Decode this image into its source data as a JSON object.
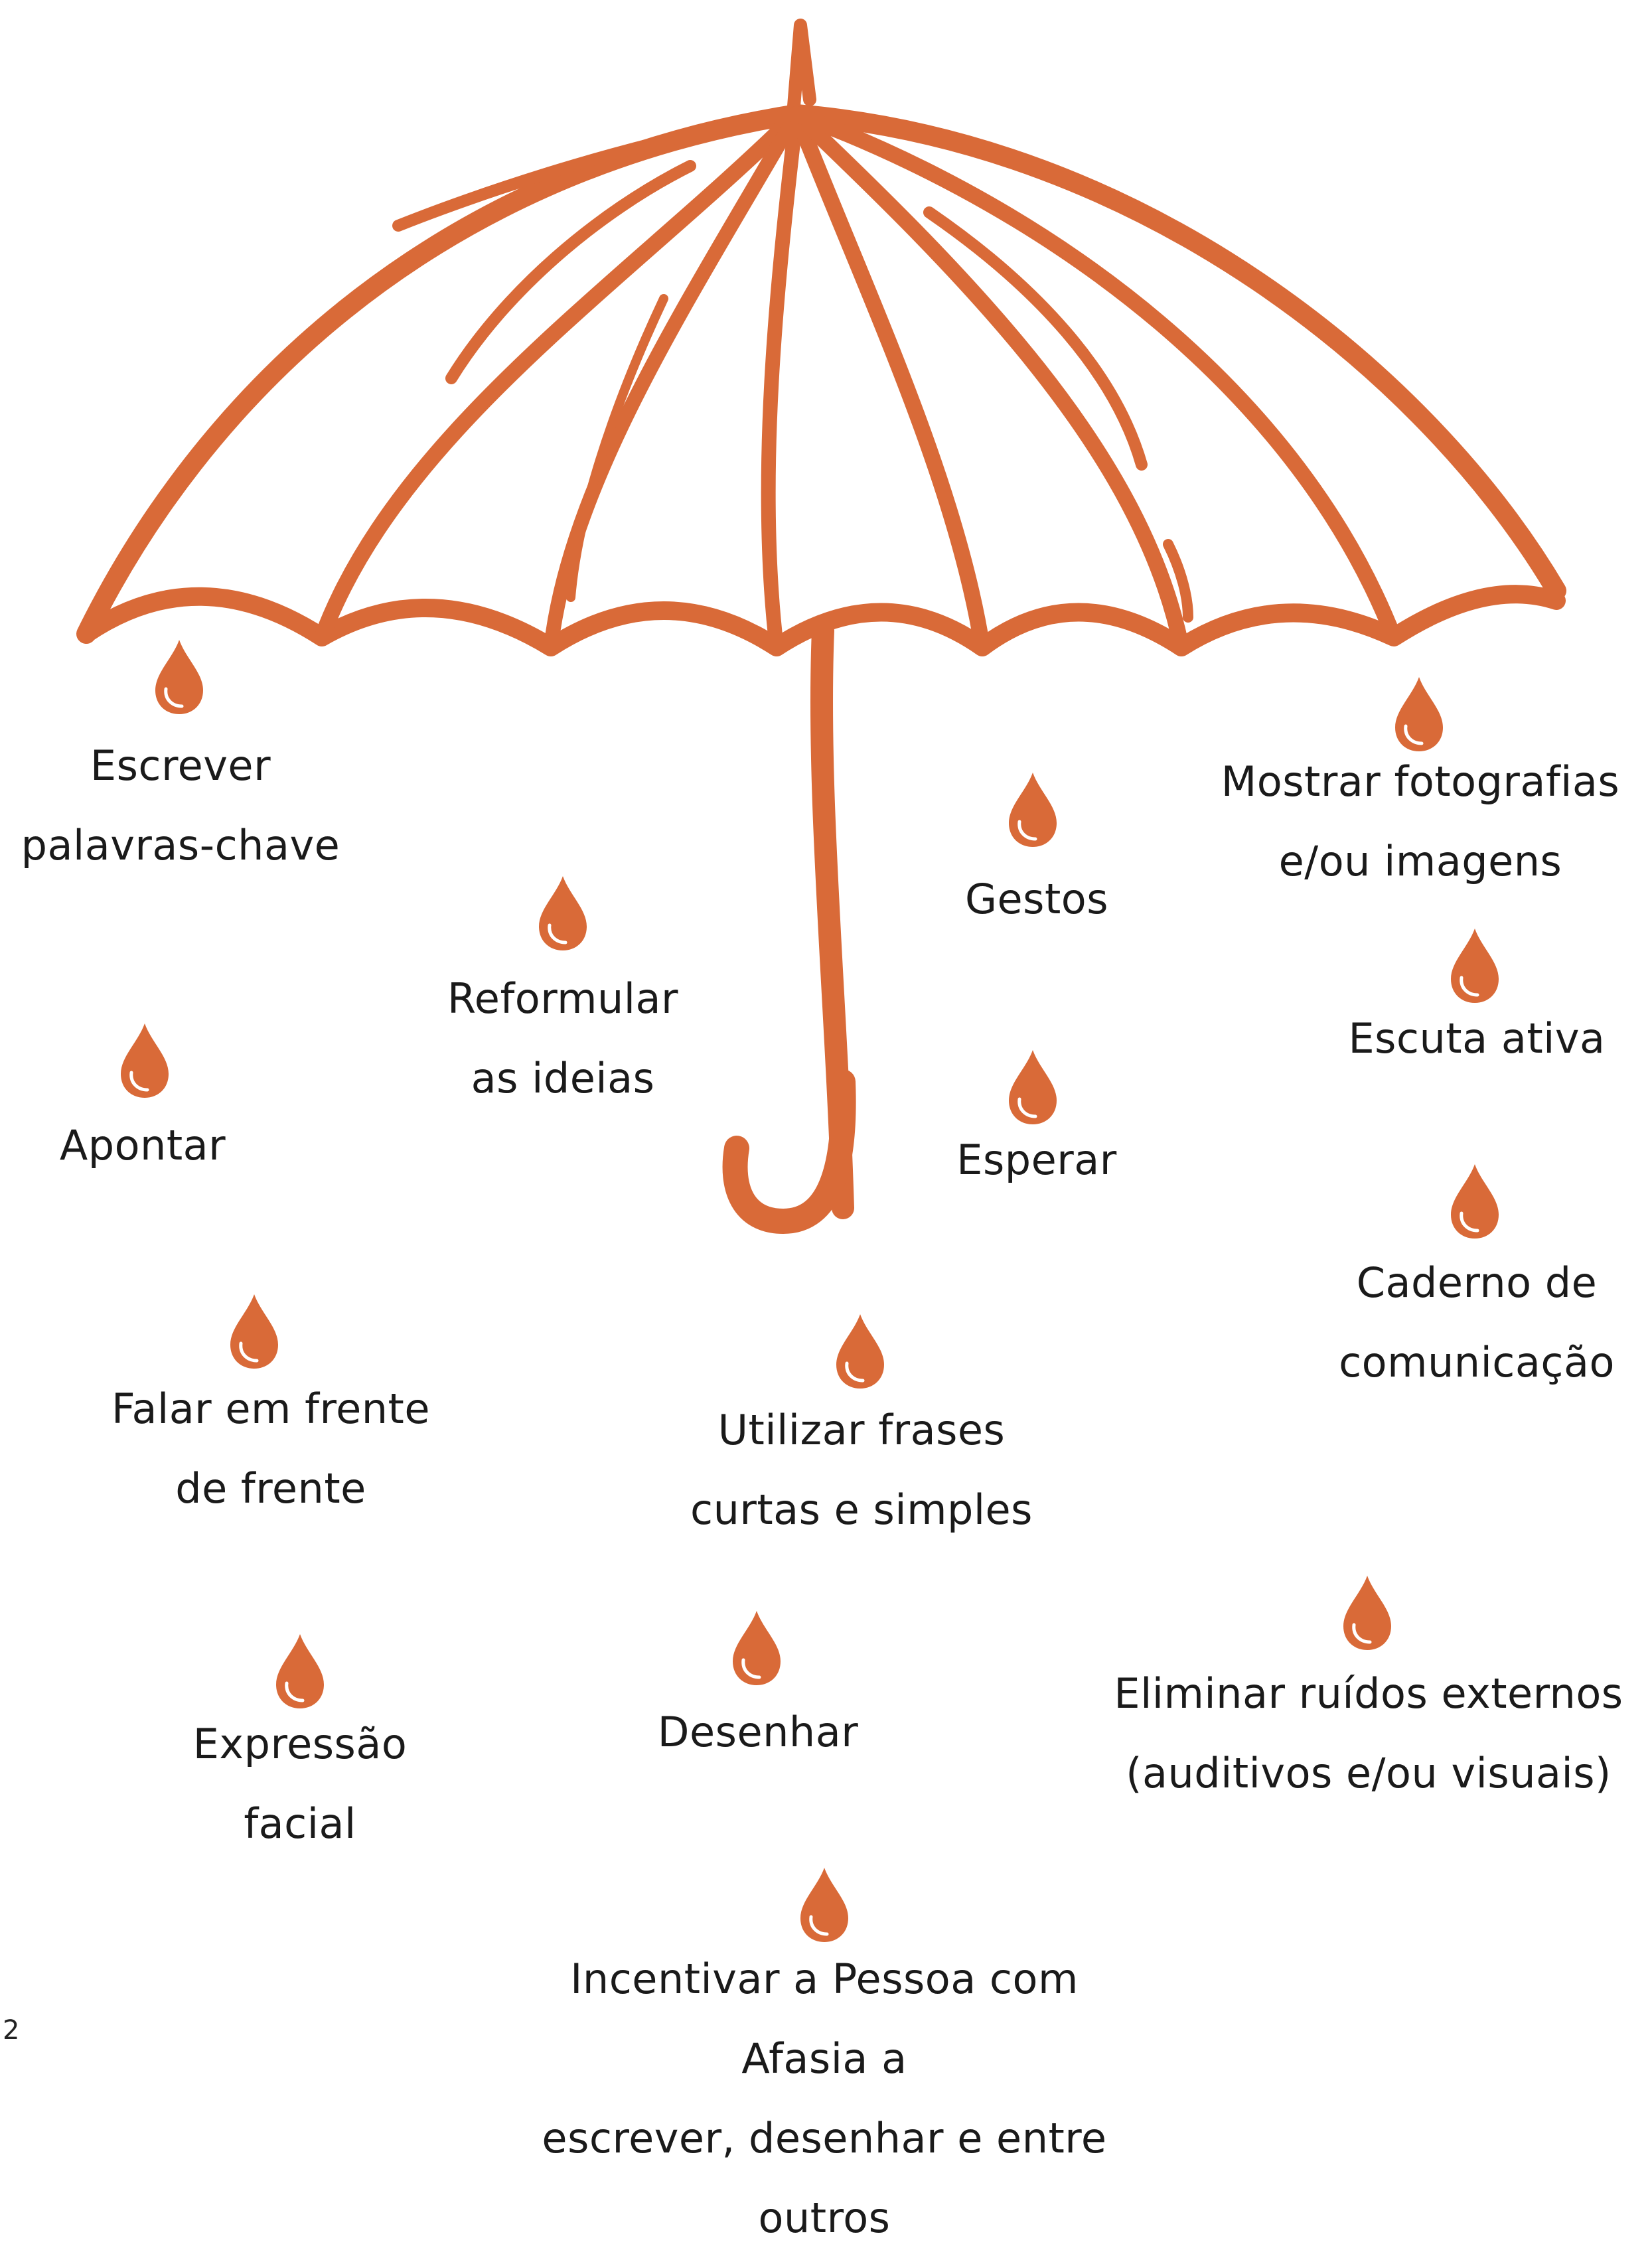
{
  "colors": {
    "accent": "#d96a38",
    "text": "#1a1a1a",
    "background": "#ffffff"
  },
  "page_number": "2",
  "tips": [
    {
      "id": "escrever-palavras-chave",
      "lines": [
        "Escrever",
        "palavras-chave"
      ]
    },
    {
      "id": "reformular-as-ideias",
      "lines": [
        "Reformular",
        "as ideias"
      ]
    },
    {
      "id": "gestos",
      "lines": [
        "Gestos"
      ]
    },
    {
      "id": "mostrar-fotografias",
      "lines": [
        "Mostrar fotografias",
        "e/ou imagens"
      ]
    },
    {
      "id": "escuta-ativa",
      "lines": [
        "Escuta ativa"
      ]
    },
    {
      "id": "apontar",
      "lines": [
        "Apontar"
      ]
    },
    {
      "id": "esperar",
      "lines": [
        "Esperar"
      ]
    },
    {
      "id": "caderno-de-comunicacao",
      "lines": [
        "Caderno de",
        "comunicação"
      ]
    },
    {
      "id": "falar-em-frente",
      "lines": [
        "Falar em frente",
        "de frente"
      ]
    },
    {
      "id": "utilizar-frases",
      "lines": [
        "Utilizar frases",
        "curtas e simples"
      ]
    },
    {
      "id": "eliminar-ruidos",
      "lines": [
        "Eliminar ruídos externos",
        "(auditivos e/ou visuais)"
      ]
    },
    {
      "id": "expressao-facial",
      "lines": [
        "Expressão",
        "facial"
      ]
    },
    {
      "id": "desenhar",
      "lines": [
        "Desenhar"
      ]
    },
    {
      "id": "incentivar",
      "lines": [
        "Incentivar a Pessoa com Afasia a",
        "escrever, desenhar e entre outros"
      ]
    }
  ]
}
